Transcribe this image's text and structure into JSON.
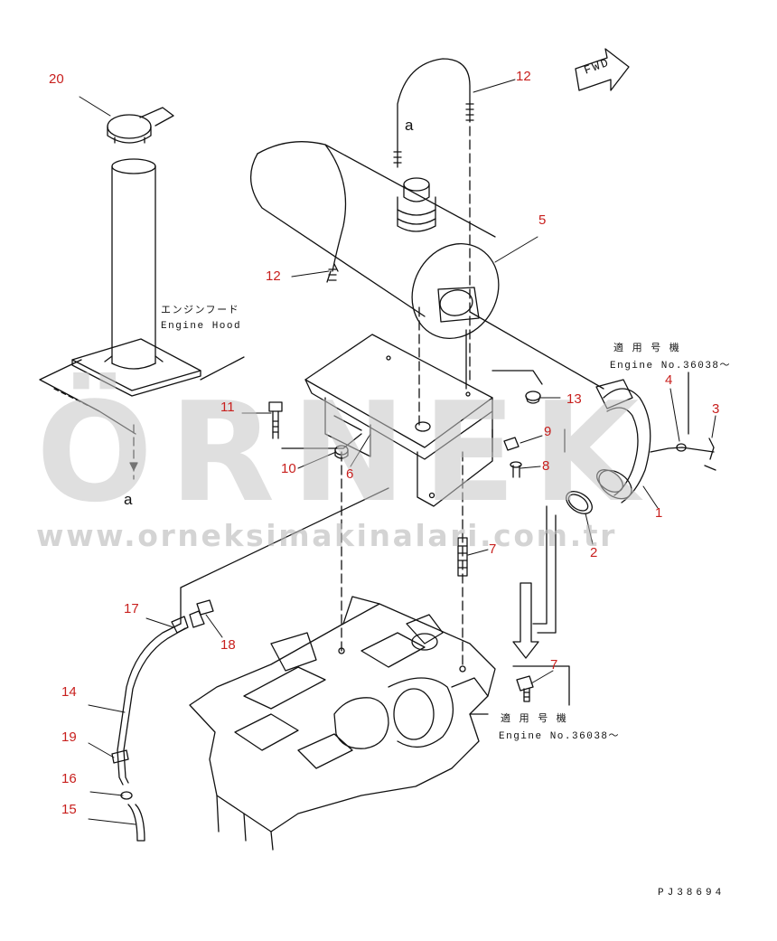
{
  "labels": {
    "p1": "1",
    "p2": "2",
    "p3": "3",
    "p4": "4",
    "p5": "5",
    "p6": "6",
    "p7a": "7",
    "p7b": "7",
    "p8": "8",
    "p9": "9",
    "p10": "10",
    "p11": "11",
    "p12a": "12",
    "p12b": "12",
    "p13": "13",
    "p14": "14",
    "p15": "15",
    "p16": "16",
    "p17": "17",
    "p18": "18",
    "p19": "19",
    "p20": "20"
  },
  "ref_a_top": "a",
  "ref_a_bottom": "a",
  "fwd": "FWD",
  "engine_hood": {
    "jp": "エンジンフード",
    "en": "Engine Hood"
  },
  "applicable_1": {
    "jp": "適 用 号 機",
    "en": "Engine No.36038～"
  },
  "applicable_2": {
    "jp": "適 用 号 機",
    "en": "Engine No.36038～"
  },
  "drawing_code": "PJ38694",
  "watermark": {
    "brand": "ÖRNEK",
    "url": "www.orneksimakinalari.com.tr"
  },
  "colors": {
    "callout": "#c8201e",
    "line": "#111111",
    "watermark": "#c6c6c6"
  }
}
